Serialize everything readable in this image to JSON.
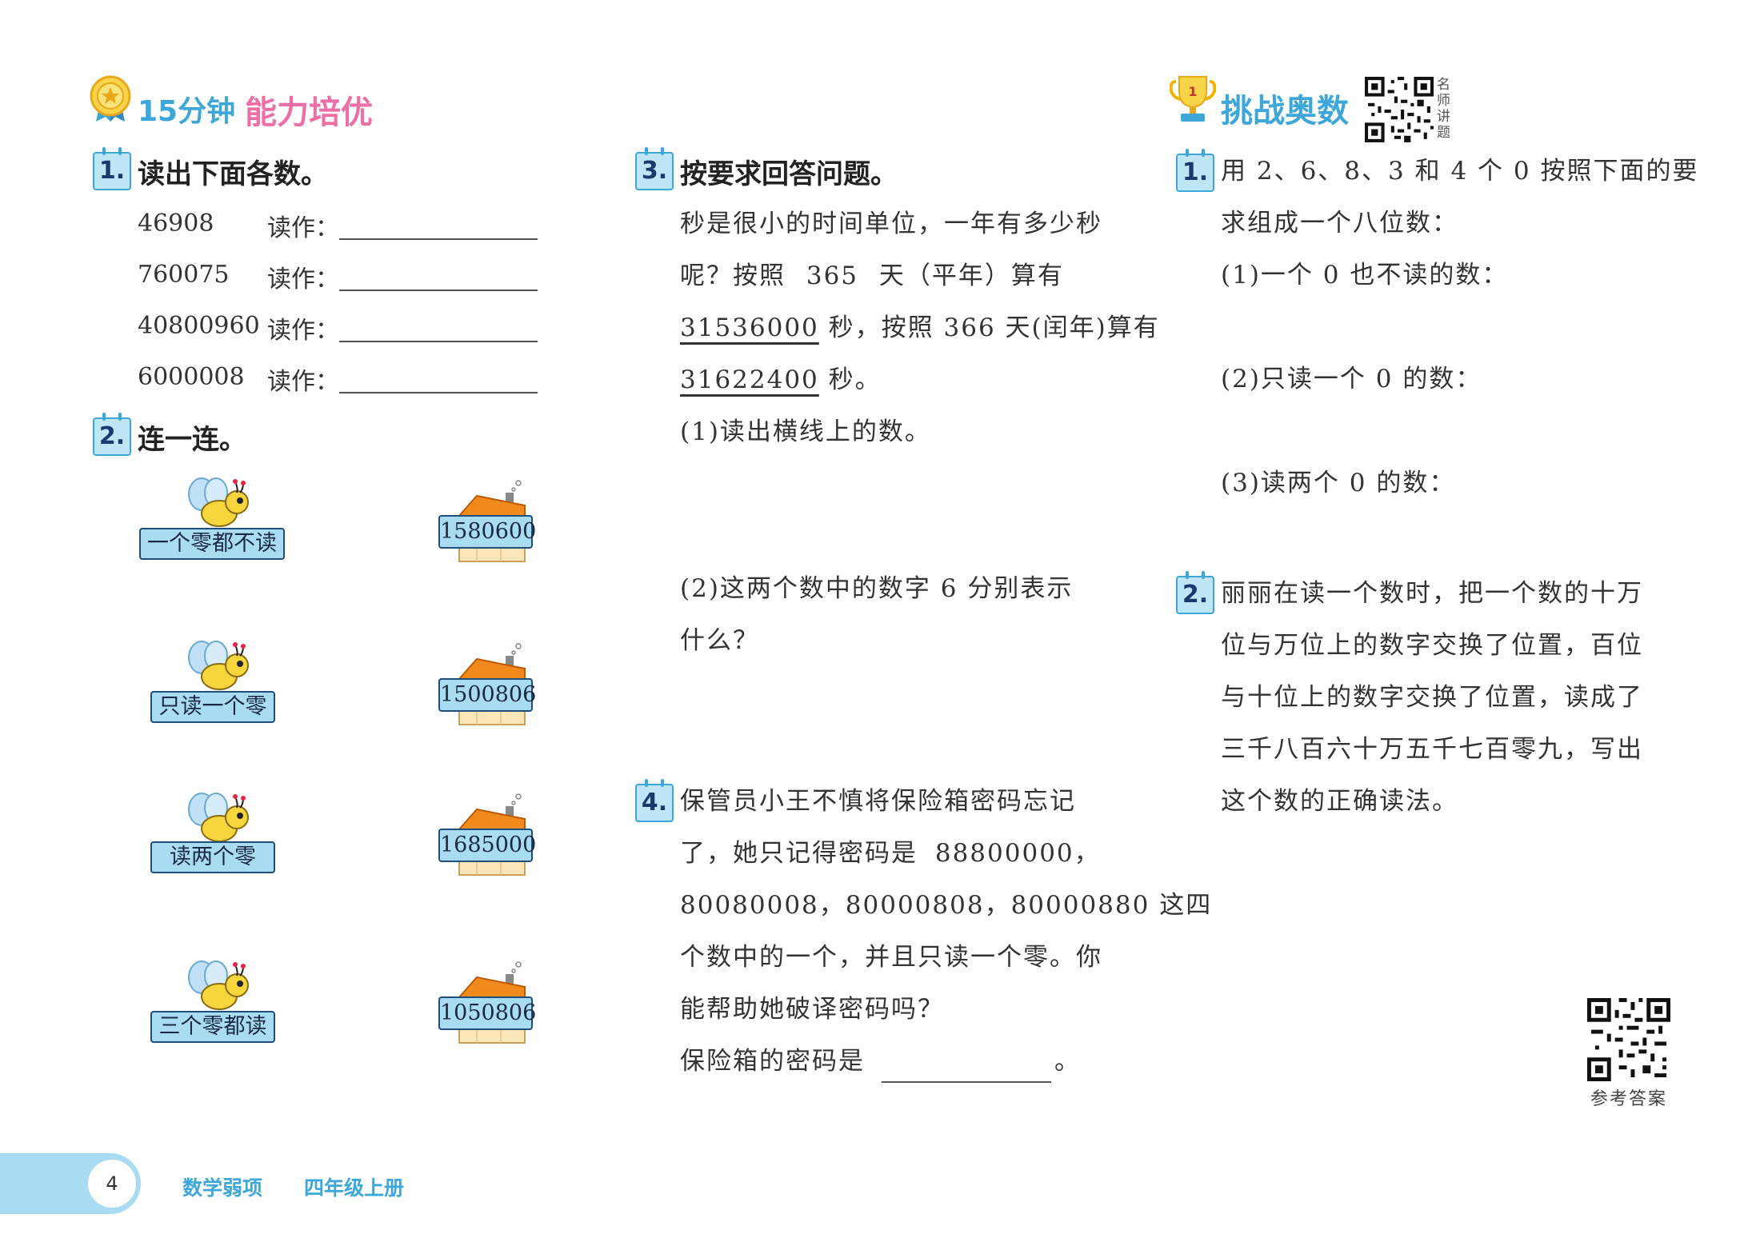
{
  "header_left": {
    "time": "15分钟",
    "title": "能力培优"
  },
  "header_right": {
    "title": "挑战奥数",
    "qr_caption": "名师讲题"
  },
  "q1": {
    "num": "1.",
    "title": "读出下面各数。",
    "read_label": "读作：",
    "items": [
      "46908",
      "760075",
      "40800960",
      "6000008"
    ]
  },
  "q2": {
    "num": "2.",
    "title": "连一连。",
    "bees": [
      "一个零都不读",
      "只读一个零",
      "读两个零",
      "三个零都读"
    ],
    "houses": [
      "1580600",
      "1500806",
      "1685000",
      "1050806"
    ]
  },
  "q3": {
    "num": "3.",
    "title": "按要求回答问题。",
    "p1": "秒是很小的时间单位，一年有多少秒",
    "p2": "呢？按照 365 天（平年）算有",
    "n1": "31536000",
    "p3": " 秒，按照 366 天(闰年)算有",
    "n2": "31622400",
    "p4": " 秒。",
    "s1": "(1)读出横线上的数。",
    "s2a": "(2)这两个数中的数字 6 分别表示",
    "s2b": "什么？"
  },
  "q4": {
    "num": "4.",
    "l1": "保管员小王不慎将保险箱密码忘记",
    "l2": "了，她只记得密码是 88800000，",
    "l3": "80080008，80000808，80000880 这四",
    "l4": "个数中的一个，并且只读一个零。你",
    "l5": "能帮助她破译密码吗？",
    "l6a": "保险箱的密码是",
    "l6b": "。"
  },
  "c1": {
    "num": "1.",
    "l1": "用 2、6、8、3 和 4 个 0 按照下面的要",
    "l2": "求组成一个八位数：",
    "s1": "(1)一个 0 也不读的数：",
    "s2": "(2)只读一个 0 的数：",
    "s3": "(3)读两个 0 的数："
  },
  "c2": {
    "num": "2.",
    "l1": "丽丽在读一个数时，把一个数的十万",
    "l2": "位与万位上的数字交换了位置，百位",
    "l3": "与十位上的数字交换了位置，读成了",
    "l4": "三千八百六十万五千七百零九，写出",
    "l5": "这个数的正确读法。"
  },
  "answer_qr_caption": "参考答案",
  "footer": {
    "page": "4",
    "book": "数学弱项",
    "grade": "四年级上册"
  },
  "colors": {
    "pink": "#ee6fa6",
    "blue": "#3ea7d9",
    "label_bg": "#a9dcf3",
    "footer_bg": "#a9dcf3"
  }
}
